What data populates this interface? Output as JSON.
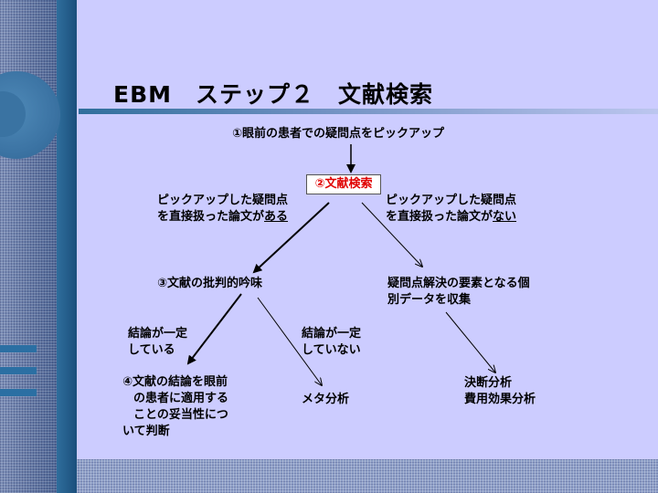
{
  "title": "EBM　ステップ２　文献検索",
  "nodes": {
    "step1": "①眼前の患者での疑問点をピックアップ",
    "step2": "②文献検索",
    "left_branch": {
      "line1": "ピックアップした疑問点",
      "line2_prefix": "を直接扱った論文が",
      "line2_emph": "ある"
    },
    "right_branch": {
      "line1": "ピックアップした疑問点",
      "line2_prefix": "を直接扱った論文が",
      "line2_emph": "ない"
    },
    "step3": "③文献の批判的吟味",
    "collect": {
      "line1": "疑問点解決の要素となる個",
      "line2": "別データを収集"
    },
    "conclusive": {
      "line1": "結論が一定",
      "line2": "している"
    },
    "inconclusive": {
      "line1": "結論が一定",
      "line2": "していない"
    },
    "step4": {
      "line1": "④文献の結論を眼前",
      "line2": "の患者に適用する",
      "line3": "ことの妥当性につ",
      "line4": "いて判断"
    },
    "meta": "メタ分析",
    "decision": {
      "line1": "決断分析",
      "line2": "費用効果分析"
    }
  },
  "colors": {
    "background": "#ccccff",
    "highlight_text": "#e00000"
  }
}
